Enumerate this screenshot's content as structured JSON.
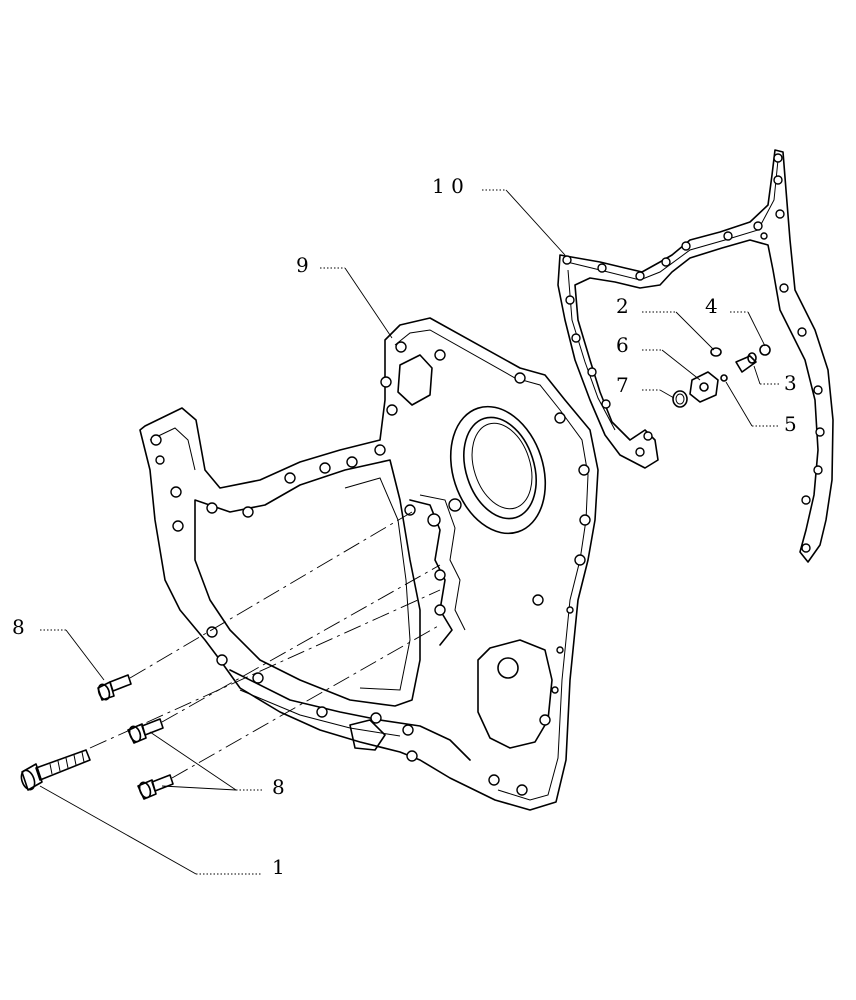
{
  "callouts": [
    {
      "id": "1",
      "label": "1"
    },
    {
      "id": "2",
      "label": "2"
    },
    {
      "id": "3",
      "label": "3"
    },
    {
      "id": "4",
      "label": "4"
    },
    {
      "id": "5",
      "label": "5"
    },
    {
      "id": "6",
      "label": "6"
    },
    {
      "id": "7",
      "label": "7"
    },
    {
      "id": "8a",
      "label": "8"
    },
    {
      "id": "8b",
      "label": "8"
    },
    {
      "id": "9",
      "label": "9"
    },
    {
      "id": "10",
      "label": "1 0"
    }
  ]
}
